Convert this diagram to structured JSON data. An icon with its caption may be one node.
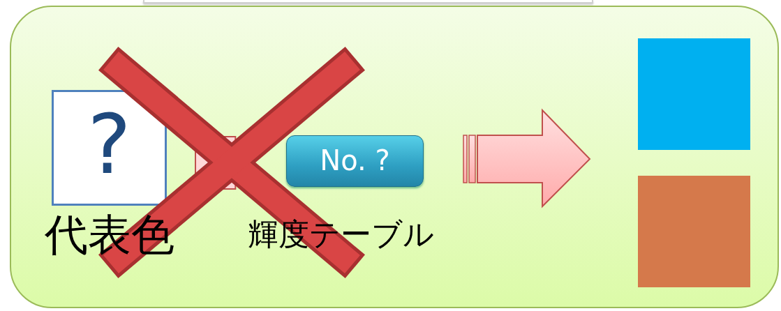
{
  "diagram": {
    "nodes": [
      {
        "text": [],
        "shape": "box"
      },
      {
        "text": [
          "?"
        ],
        "beside": [
          "代表色"
        ],
        "in": 0
      },
      {
        "text": [],
        "shape": "plus",
        "in": 0
      },
      {
        "text": [
          "No. ?"
        ],
        "beside": [
          "輝度テーブル"
        ],
        "in": 0
      },
      {
        "text": [],
        "shape": "box",
        "in": 0
      },
      {
        "text": [],
        "shape": "box",
        "in": 0
      }
    ]
  }
}
